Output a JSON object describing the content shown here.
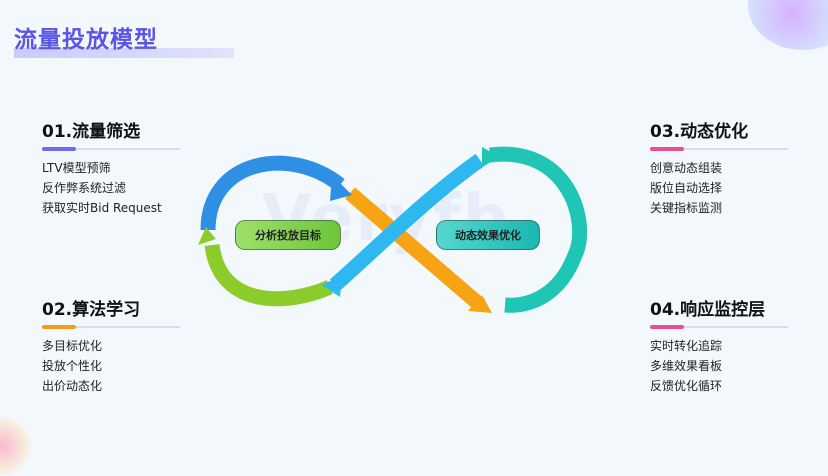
{
  "page": {
    "title": "流量投放模型",
    "watermark": "Veryfb"
  },
  "blocks": [
    {
      "heading": "01.流量筛选",
      "accent": "#6b6cf0",
      "items": [
        "LTV模型预筛",
        "反作弊系统过滤",
        "获取实时Bid Request"
      ]
    },
    {
      "heading": "02.算法学习",
      "accent": "#f59a1a",
      "items": [
        "多目标优化",
        "投放个性化",
        "出价动态化"
      ]
    },
    {
      "heading": "03.动态优化",
      "accent": "#ec4f8f",
      "items": [
        "创意动态组装",
        "版位自动选择",
        "关键指标监测"
      ]
    },
    {
      "heading": "04.响应监控层",
      "accent": "#ec4f8f",
      "items": [
        "实时转化追踪",
        "多维效果看板",
        "反馈优化循环"
      ]
    }
  ],
  "diagram": {
    "left_label": "分析投放目标",
    "right_label": "动态效果优化",
    "colors": {
      "blue": "#2f8fe4",
      "green": "#8ccc2a",
      "orange": "#f7a414",
      "cyan": "#2db8f0",
      "teal": "#1fc6b6"
    }
  }
}
